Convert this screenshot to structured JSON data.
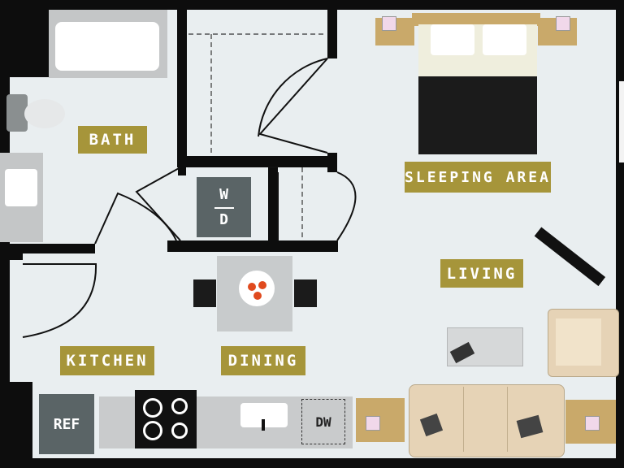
{
  "rooms": {
    "bath": "BATH",
    "sleeping": "SLEEPING AREA",
    "living": "LIVING",
    "kitchen": "KITCHEN",
    "dining": "DINING"
  },
  "appliances": {
    "washer_dryer_top": "W",
    "washer_dryer_bottom": "D",
    "refrigerator": "REF",
    "dishwasher": "DW"
  },
  "colors": {
    "wall": "#0d0d0d",
    "floor": "#e9eef0",
    "label": "#a6953a",
    "appliance": "#5a6466",
    "sofa": "#e6d3b6",
    "wood": "#c9a96a",
    "bed": "#1b1b1b"
  }
}
